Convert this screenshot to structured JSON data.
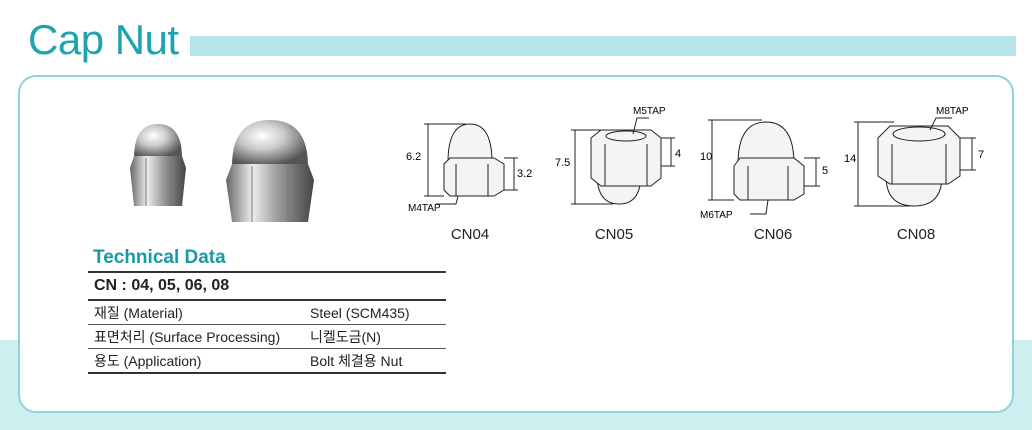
{
  "title": "Cap Nut",
  "technical": {
    "heading": "Technical Data",
    "model_line": "CN : 04, 05, 06, 08",
    "rows": [
      {
        "label": "재질 (Material)",
        "value": "Steel (SCM435)"
      },
      {
        "label": "표면처리 (Surface Processing)",
        "value": "니켈도금(N)"
      },
      {
        "label": "용도 (Application)",
        "value": "Bolt 체결용 Nut"
      }
    ]
  },
  "diagrams": [
    {
      "model": "CN04",
      "height": "6.2",
      "hex": "3.2",
      "tap": "M4TAP"
    },
    {
      "model": "CN05",
      "height": "7.5",
      "hex": "4",
      "tap": "M5TAP"
    },
    {
      "model": "CN06",
      "height": "10",
      "hex": "5",
      "tap": "M6TAP"
    },
    {
      "model": "CN08",
      "height": "14",
      "hex": "7",
      "tap": "M8TAP"
    }
  ],
  "colors": {
    "accent": "#1fa3ad",
    "band": "#b7e4e8",
    "border": "#8fd3d9"
  }
}
